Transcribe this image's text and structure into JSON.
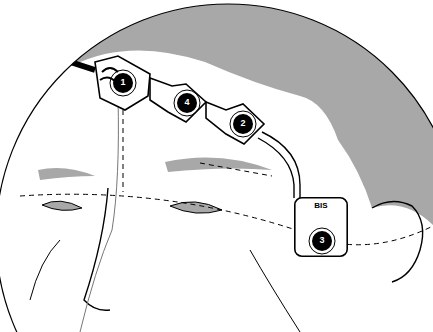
{
  "diagram": {
    "nodes": [
      {
        "text": [
          "1"
        ]
      },
      {
        "text": [
          "4"
        ]
      },
      {
        "text": [
          "2"
        ]
      },
      {
        "text": [
          "BIS"
        ]
      },
      {
        "text": [
          "3"
        ],
        "in": 3
      }
    ]
  }
}
